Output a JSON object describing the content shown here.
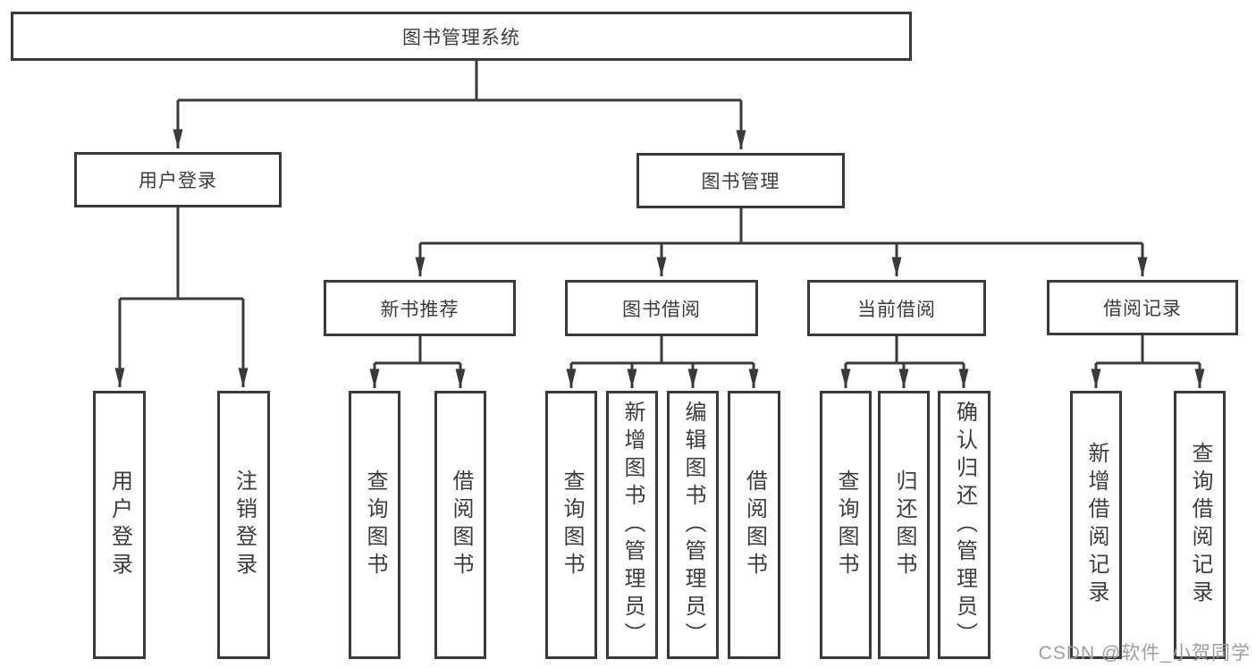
{
  "diagram": {
    "type": "hierarchy-tree",
    "root": {
      "label": "图书管理系统"
    },
    "children": [
      {
        "label": "用户登录",
        "children": [
          {
            "label": "用户登录"
          },
          {
            "label": "注销登录"
          }
        ]
      },
      {
        "label": "图书管理",
        "children": [
          {
            "label": "新书推荐",
            "children": [
              {
                "label": "查询图书"
              },
              {
                "label": "借阅图书"
              }
            ]
          },
          {
            "label": "图书借阅",
            "children": [
              {
                "label": "查询图书"
              },
              {
                "label": "新增图书（管理员）"
              },
              {
                "label": "编辑图书（管理员）"
              },
              {
                "label": "借阅图书"
              }
            ]
          },
          {
            "label": "当前借阅",
            "children": [
              {
                "label": "查询图书"
              },
              {
                "label": "归还图书"
              },
              {
                "label": "确认归还（管理员）"
              }
            ]
          },
          {
            "label": "借阅记录",
            "children": [
              {
                "label": "新增借阅记录"
              },
              {
                "label": "查询借阅记录"
              }
            ]
          }
        ]
      }
    ]
  },
  "watermark": {
    "text": "CSDN @软件_小贺同学"
  },
  "colors": {
    "line": "#3a3a3a",
    "box_border": "#3a3a3a",
    "box_fill": "#ffffff",
    "text": "#3c3c3c",
    "watermark": "#9e9e9e",
    "background": "#ffffff"
  }
}
